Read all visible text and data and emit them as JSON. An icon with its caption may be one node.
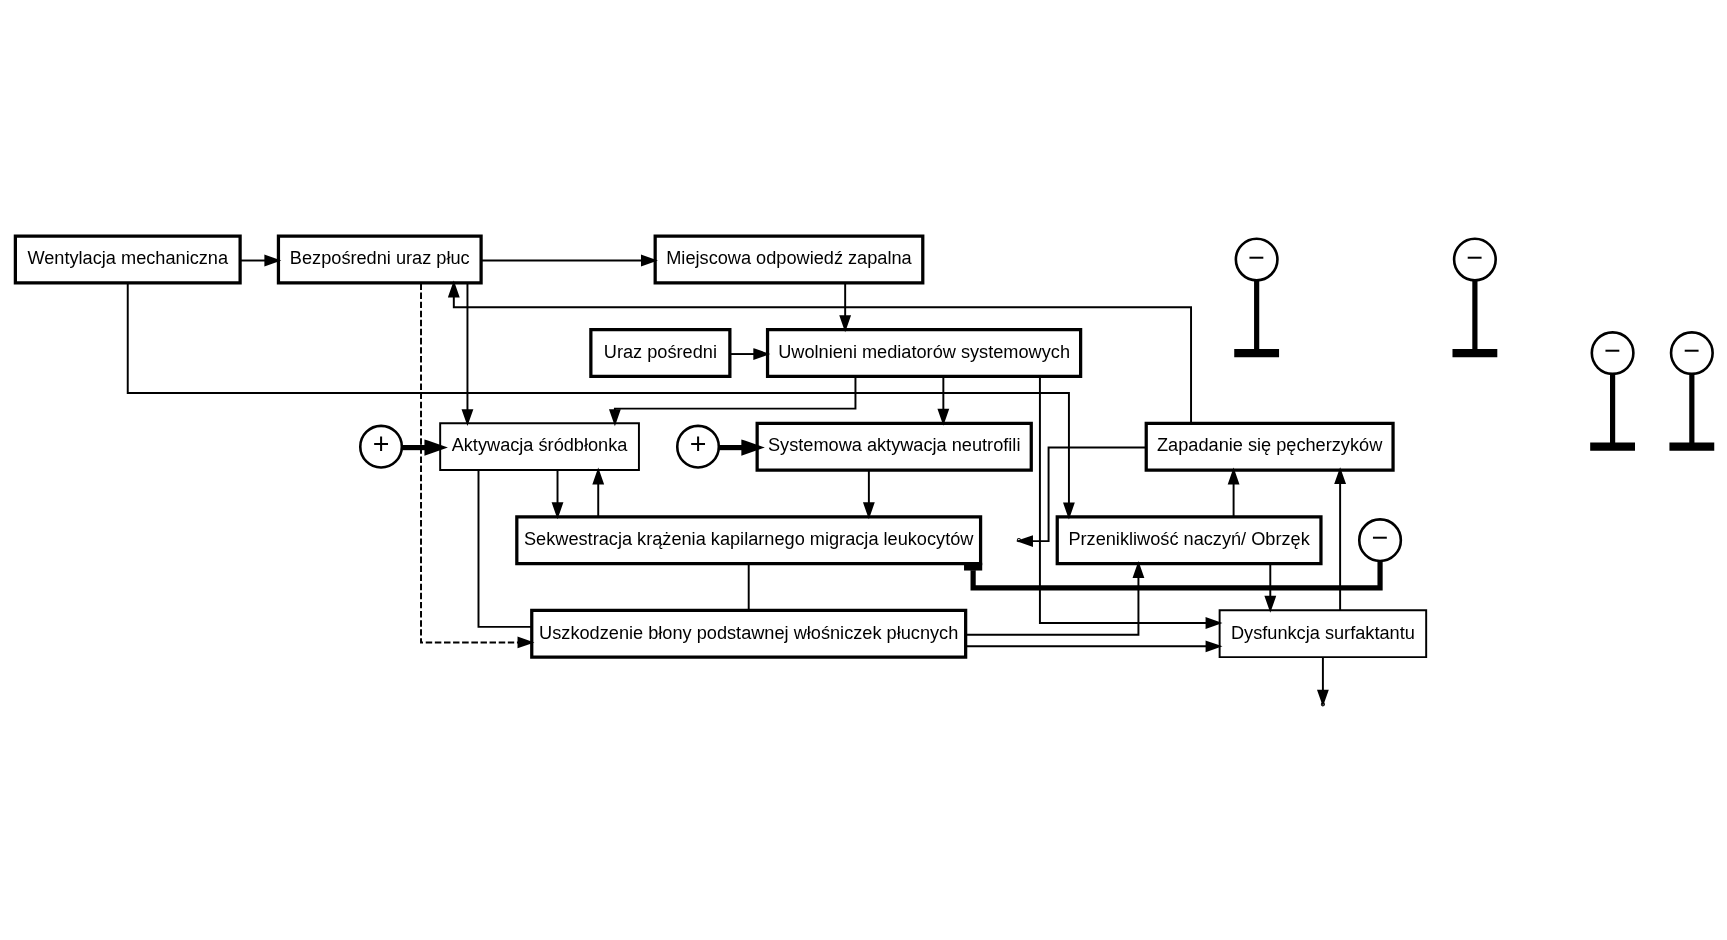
{
  "diagram": {
    "nodes": [
      {
        "text": [
          "Miejscowa odpowiedź zapalna"
        ]
      },
      {
        "text": [
          "Bezpośredni uraz płuc"
        ]
      },
      {
        "text": [
          "Wentylacja mechaniczna"
        ]
      },
      {
        "text": [
          "Uraz pośredni"
        ]
      },
      {
        "text": [
          "Uwolnieni mediatorów systemowych"
        ]
      },
      {
        "text": [
          "Systemowa aktywacja neutrofili"
        ]
      },
      {
        "text": [
          "Aktywacja śródbłonka"
        ]
      },
      {
        "text": [
          "Zapadanie się pęcherzyków"
        ]
      },
      {
        "text": [
          "Uszkodzenie błony podstawnej włośniczek płucnych"
        ]
      },
      {
        "text": [
          "Dysfunkcja surfaktantu"
        ]
      },
      {
        "text": [
          "Sekwestracja krążenia kapilarnego migracja leukocytów"
        ]
      },
      {
        "text": [
          "Przenikliwość naczyń/ Obrzęk"
        ]
      },
      {
        "text": [
          "−"
        ]
      },
      {
        "text": [
          "−"
        ]
      },
      {
        "text": [
          "−"
        ]
      },
      {
        "text": [
          "−"
        ]
      },
      {
        "text": [
          "+"
        ]
      },
      {
        "text": [
          "+"
        ]
      },
      {
        "text": [
          "−"
        ]
      }
    ],
    "edges": [
      {
        "from": 1,
        "to": 0,
        "arrow": "to"
      },
      {
        "from": 2,
        "to": 1,
        "arrow": "to"
      },
      {
        "from": 3,
        "to": 4,
        "arrow": "to"
      },
      {
        "from": 0,
        "to": 4,
        "arrow": "to"
      },
      {
        "from": 4,
        "to": 5,
        "arrow": "to"
      },
      {
        "from": 4,
        "to": 6,
        "arrow": "to"
      },
      {
        "from": 1,
        "to": 6,
        "arrow": "to"
      },
      {
        "from": 1,
        "to": 8,
        "arrow": "to",
        "style": "dashed"
      },
      {
        "from": 4,
        "to": 9,
        "arrow": "to"
      },
      {
        "from": 8,
        "to": 9,
        "arrow": "to"
      },
      {
        "from": 5,
        "to": 10,
        "arrow": "to"
      },
      {
        "from": 6,
        "to": 10,
        "arrow": "to"
      },
      {
        "from": 10,
        "to": 6,
        "arrow": "to"
      },
      {
        "from": 6,
        "to": 8,
        "arrow": "none"
      },
      {
        "from": 10,
        "to": 8,
        "arrow": "none"
      },
      {
        "from": 8,
        "to": 11,
        "arrow": "to"
      },
      {
        "from": 11,
        "to": 7,
        "arrow": "to"
      },
      {
        "from": 11,
        "to": 9,
        "arrow": "to"
      },
      {
        "from": 9,
        "to": 7,
        "arrow": "to"
      },
      {
        "from": 7,
        "to": 1,
        "arrow": "to"
      },
      {
        "from": 7,
        "to": null,
        "arrow": "to"
      },
      {
        "from": 9,
        "to": null,
        "arrow": "to"
      },
      {
        "from": 2,
        "to": 11,
        "arrow": "to"
      },
      {
        "from": 12,
        "to": null,
        "arrow": "other",
        "style": "thick"
      },
      {
        "from": 13,
        "to": null,
        "arrow": "other",
        "style": "thick"
      },
      {
        "from": 14,
        "to": null,
        "arrow": "other",
        "style": "thick"
      },
      {
        "from": 15,
        "to": null,
        "arrow": "other",
        "style": "thick"
      },
      {
        "from": 16,
        "to": 5,
        "arrow": "to",
        "style": "thick"
      },
      {
        "from": 17,
        "to": 6,
        "arrow": "to",
        "style": "thick"
      },
      {
        "from": 18,
        "to": 10,
        "arrow": "other",
        "style": "thick"
      }
    ]
  }
}
